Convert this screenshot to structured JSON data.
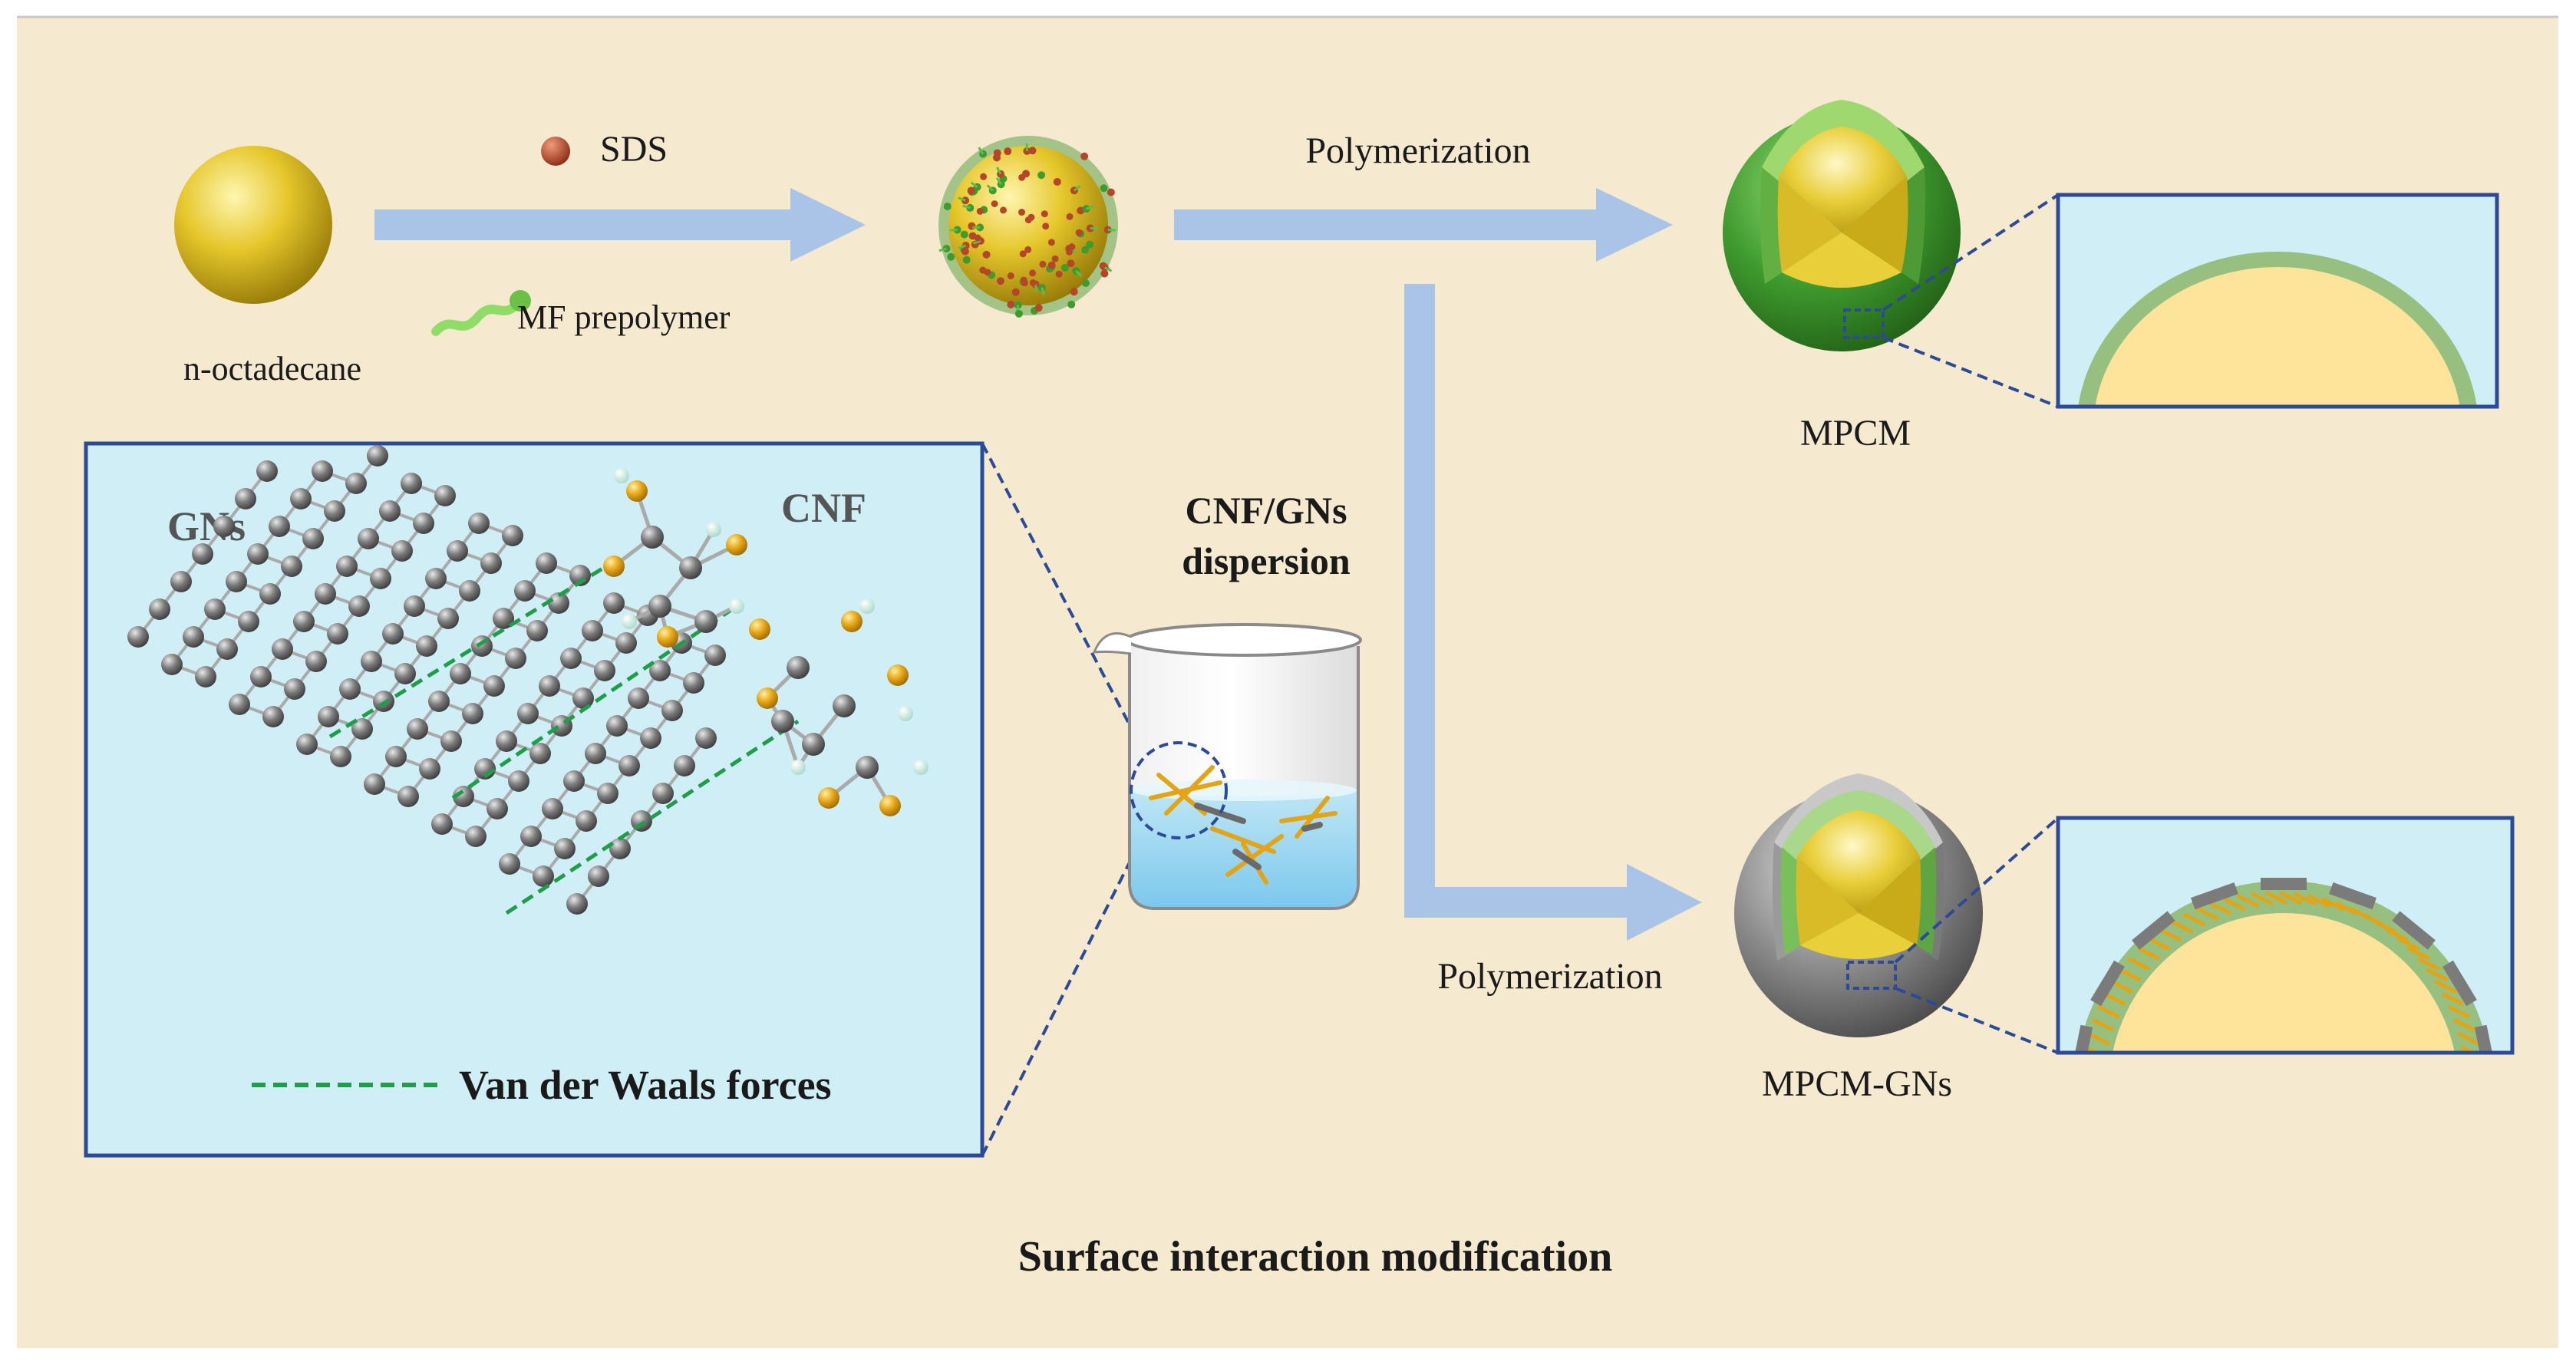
{
  "labels": {
    "sds": "SDS",
    "mf_prepolymer": "MF prepolymer",
    "n_octadecane": "n-octadecane",
    "polymerization_top": "Polymerization",
    "polymerization_bottom": "Polymerization",
    "mpcm": "MPCM",
    "mpcm_gns": "MPCM-GNs",
    "gns": "GNs",
    "cnf": "CNF",
    "dispersion_line1": "CNF/GNs",
    "dispersion_line2": "dispersion",
    "van_der_waals": "Van der Waals forces",
    "caption": "Surface interaction modification"
  },
  "colors": {
    "background": "#f5e9cf",
    "arrow": "#a9c4e6",
    "core": "#e2c22a",
    "shell_green": "#4fa93a",
    "shell_gray": "#8a8a8a",
    "panel_fill": "#cfeef6",
    "panel_border": "#2c4a96",
    "carbon_atom": "#7b7b7b",
    "oxygen_atom": "#e3a516",
    "hydrogen_atom": "#dff2ec",
    "vdw_line": "#1f9e4a",
    "sds_ball": "#b5462a"
  }
}
